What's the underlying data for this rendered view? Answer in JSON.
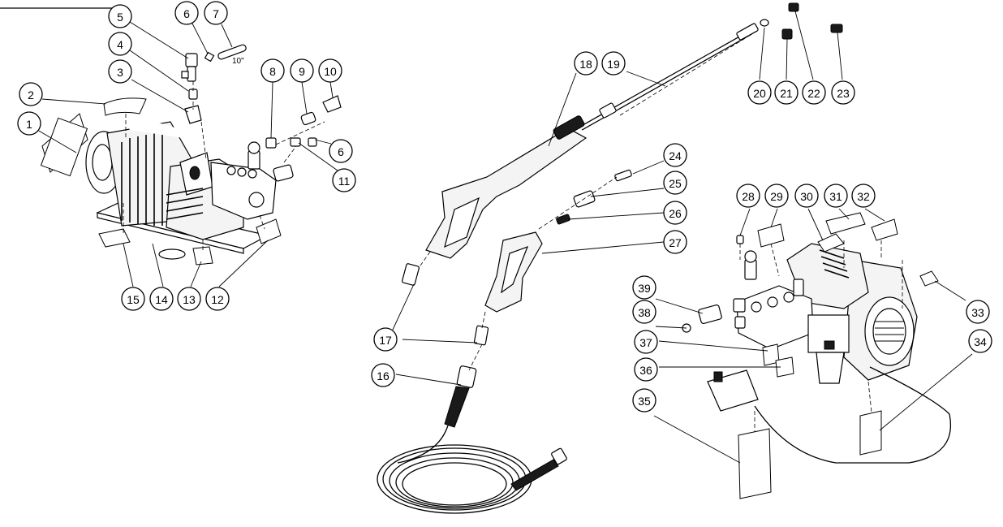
{
  "diagram": {
    "length_note": "10\"",
    "callouts": [
      "1",
      "2",
      "3",
      "4",
      "5",
      "6",
      "7",
      "8",
      "9",
      "10",
      "11",
      "6",
      "12",
      "13",
      "14",
      "15",
      "16",
      "17",
      "18",
      "19",
      "20",
      "21",
      "22",
      "23",
      "24",
      "25",
      "26",
      "27",
      "28",
      "29",
      "30",
      "31",
      "32",
      "33",
      "34",
      "35",
      "36",
      "37",
      "38",
      "39"
    ]
  }
}
